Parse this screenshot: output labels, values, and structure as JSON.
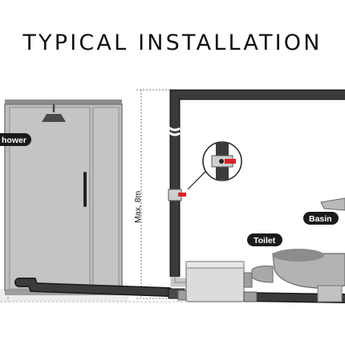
{
  "title": "TYPICAL INSTALLATION",
  "labels": {
    "shower": "hower",
    "basin": "Basin",
    "toilet": "Toilet",
    "max_height": "Max. 8m"
  },
  "colors": {
    "pipe": "#3b3b3d",
    "pipe_outline": "#1a1a1a",
    "shower_panel": "#b9b9b9",
    "shower_frame": "#8c8c8c",
    "unit_body": "#dcdcdc",
    "valve": "#d9232a",
    "label_bg": "#1a1a1a",
    "floor": "#e6e6e6"
  }
}
